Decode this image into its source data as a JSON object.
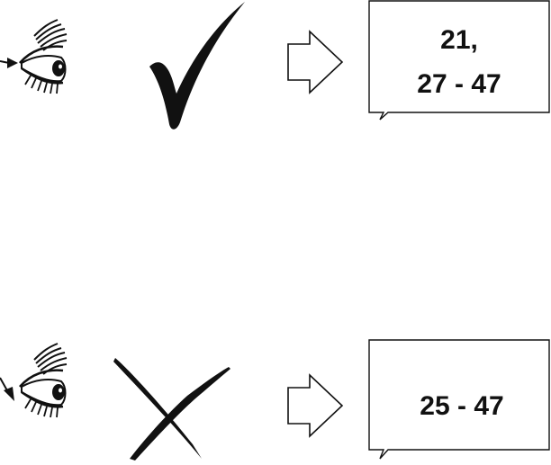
{
  "rows": [
    {
      "result": "correct",
      "mark_icon": "checkmark-icon",
      "ref_lines": [
        "21,",
        "27 - 47"
      ]
    },
    {
      "result": "incorrect",
      "mark_icon": "cross-icon",
      "ref_lines": [
        "25 - 47"
      ]
    }
  ],
  "colors": {
    "ink": "#111111",
    "background": "#ffffff"
  }
}
